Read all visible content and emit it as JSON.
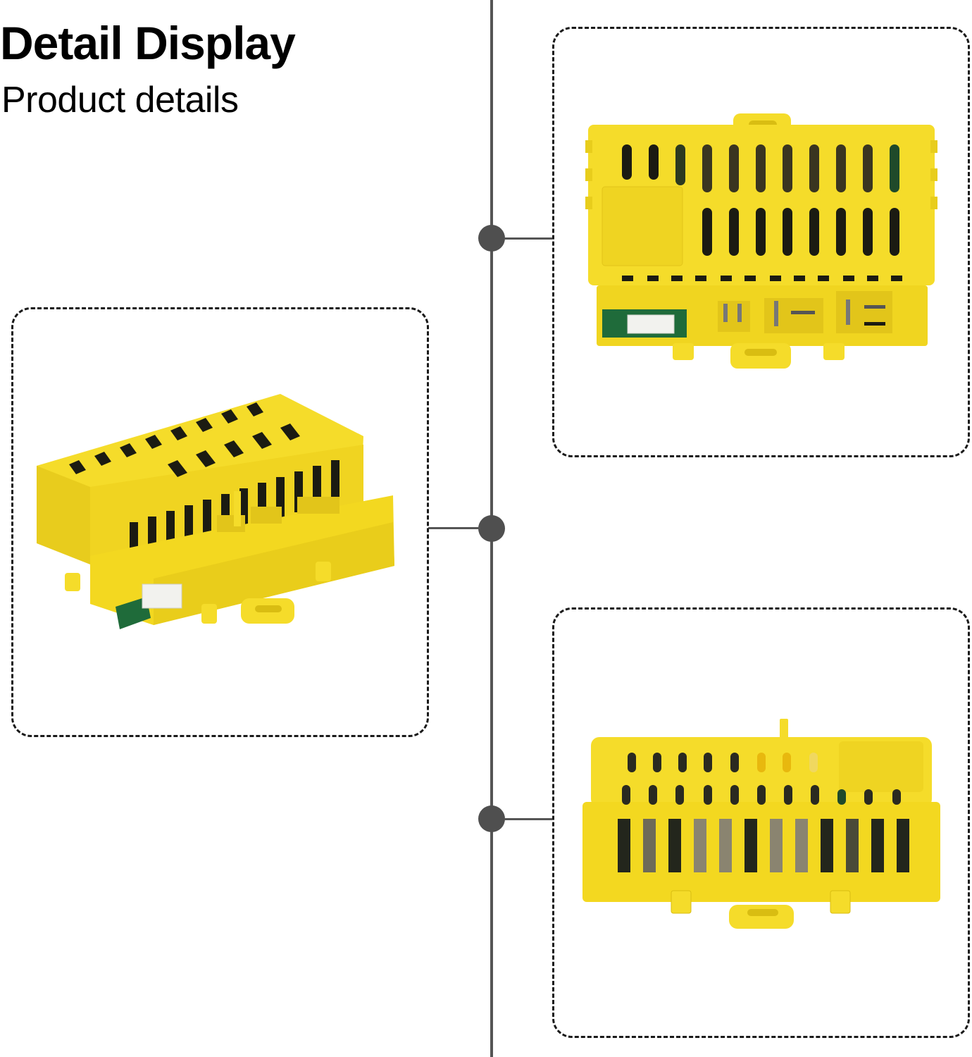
{
  "header": {
    "title": "Detail Display",
    "subtitle": "Product details"
  },
  "colors": {
    "product_yellow": "#f5dc2a",
    "product_shadow": "#d9bd12",
    "slot_dark": "#1b1b12",
    "pcb_green": "#1f6b3a",
    "connector_white": "#f2f2ee",
    "timeline_gray": "#555555",
    "frame_border": "#1a1a1a"
  },
  "panels": [
    {
      "id": "top-view",
      "description": "Yellow controller box, top view with connector ports"
    },
    {
      "id": "angled-view",
      "description": "Yellow controller box, angled perspective view"
    },
    {
      "id": "side-view",
      "description": "Yellow controller box, side view with vent slots"
    }
  ]
}
